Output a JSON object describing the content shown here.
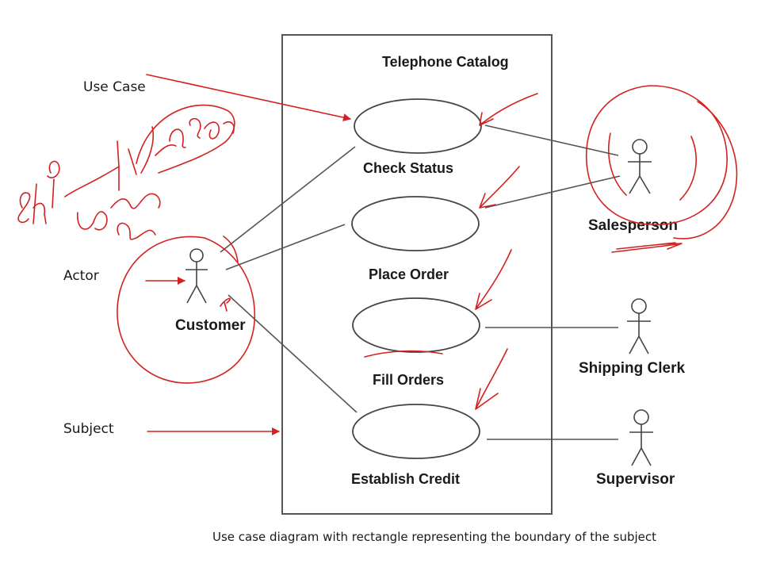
{
  "subject": {
    "title": "Telephone Catalog"
  },
  "use_cases": [
    "Check Status",
    "Place Order",
    "Fill Orders",
    "Establish Credit"
  ],
  "actors": {
    "customer": "Customer",
    "salesperson": "Salesperson",
    "shipping_clerk": "Shipping Clerk",
    "supervisor": "Supervisor"
  },
  "annotations": {
    "use_case": "Use Case",
    "actor": "Actor",
    "subject": "Subject"
  },
  "caption": "Use case diagram with rectangle representing the boundary of  the subject",
  "colors": {
    "ink": "#d42020",
    "lines": "#555555"
  }
}
